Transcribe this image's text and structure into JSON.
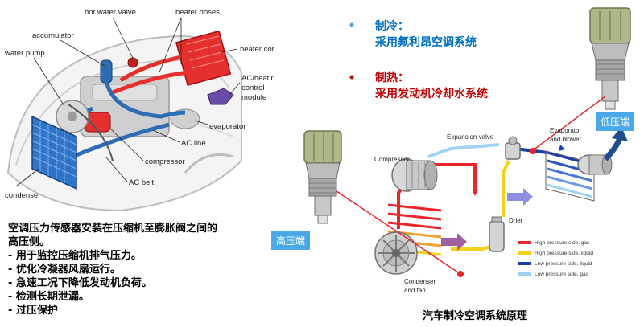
{
  "car_labels": {
    "hot_water_valve": "hot water valve",
    "heater_hoses": "heater hoses",
    "accumulator": "accumulator",
    "heater_core": "heater core",
    "water_pump": "water pump",
    "ac_heating_module": [
      "AC/heating",
      "control",
      "module"
    ],
    "evaporator": "evaporator",
    "ac_line": "AC line",
    "compressor": "compressor",
    "ac_belt": "AC belt",
    "condenser": "condenser"
  },
  "description": {
    "heading_line1": "空调压力传感器安装在压缩机至膨胀阀之间的",
    "heading_line2": "高压侧。",
    "items": [
      "- 用于监控压缩机排气压力。",
      "- 优化冷凝器风扇运行。",
      "- 急速工况下降低发动机负荷。",
      "- 检测长期泄漏。",
      "- 过压保护"
    ]
  },
  "modes": {
    "cooling_title": "制冷：",
    "cooling_desc": "采用氟利昂空调系统",
    "heating_title": "制热：",
    "heating_desc": "采用发动机冷却水系统"
  },
  "badges": {
    "low_pressure": "低压端",
    "high_pressure": "高压端"
  },
  "diagram_labels": {
    "expansion_valve": "Expansion valve",
    "evaporator_blower": [
      "Evaporator",
      "and blower"
    ],
    "compressor": "Compressor",
    "drier": "Drier",
    "condenser_fan": [
      "Condenser",
      "and fan"
    ]
  },
  "legend": [
    {
      "label": "High pressure side, gas",
      "color": "#e8262a"
    },
    {
      "label": "High pressure side, liquid",
      "color": "#f2d21b"
    },
    {
      "label": "Low pressure side, liquid",
      "color": "#1b3fa8"
    },
    {
      "label": "Low pressure side, gas",
      "color": "#9fd3f2"
    }
  ],
  "diagram_title": "汽车制冷空调系统原理",
  "colors": {
    "accent_red": "#c00000",
    "accent_blue": "#0070c0",
    "badge_blue": "#4aa8e8"
  }
}
